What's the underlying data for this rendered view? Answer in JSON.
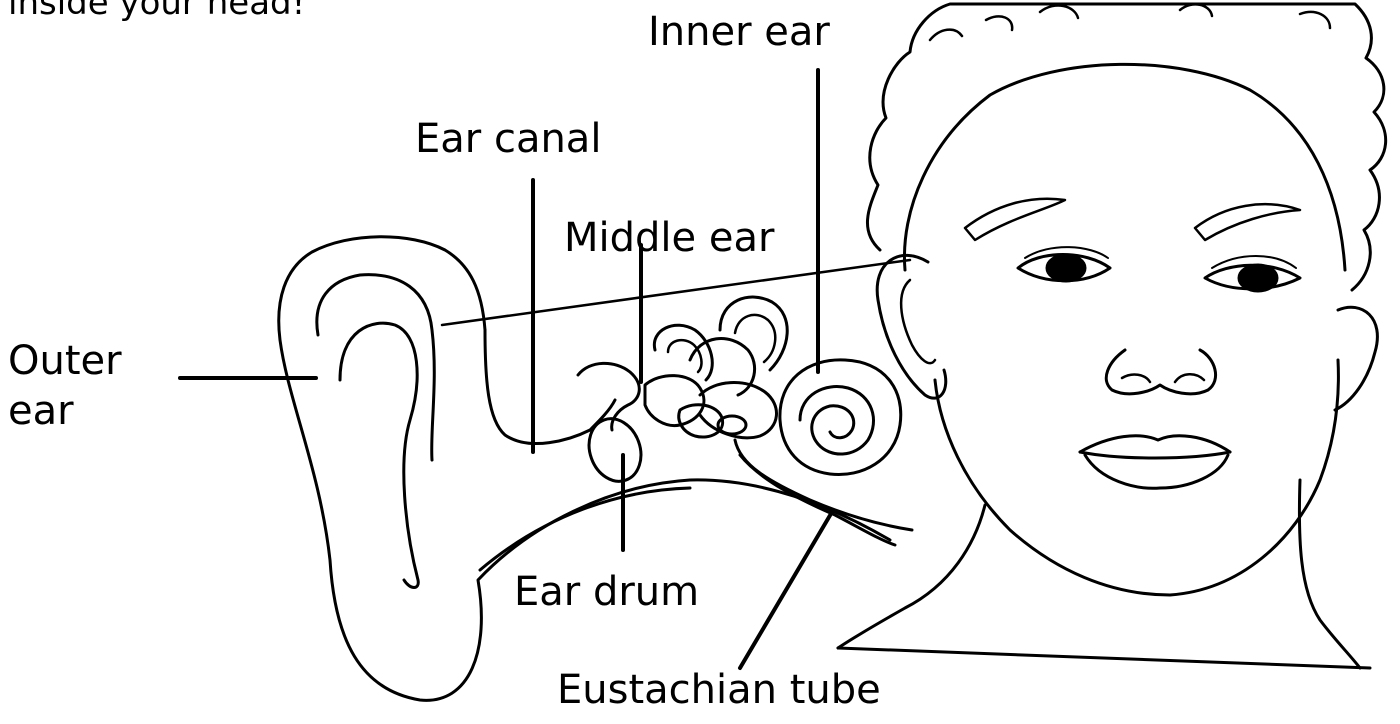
{
  "intro_text": "inside your head!",
  "labels": {
    "inner_ear": "Inner ear",
    "ear_canal": "Ear canal",
    "middle_ear": "Middle ear",
    "outer_ear_line1": "Outer",
    "outer_ear_line2": "ear",
    "ear_drum": "Ear drum",
    "eustachian_tube": "Eustachian tube"
  },
  "colors": {
    "ink": "#000000",
    "background": "#ffffff"
  }
}
